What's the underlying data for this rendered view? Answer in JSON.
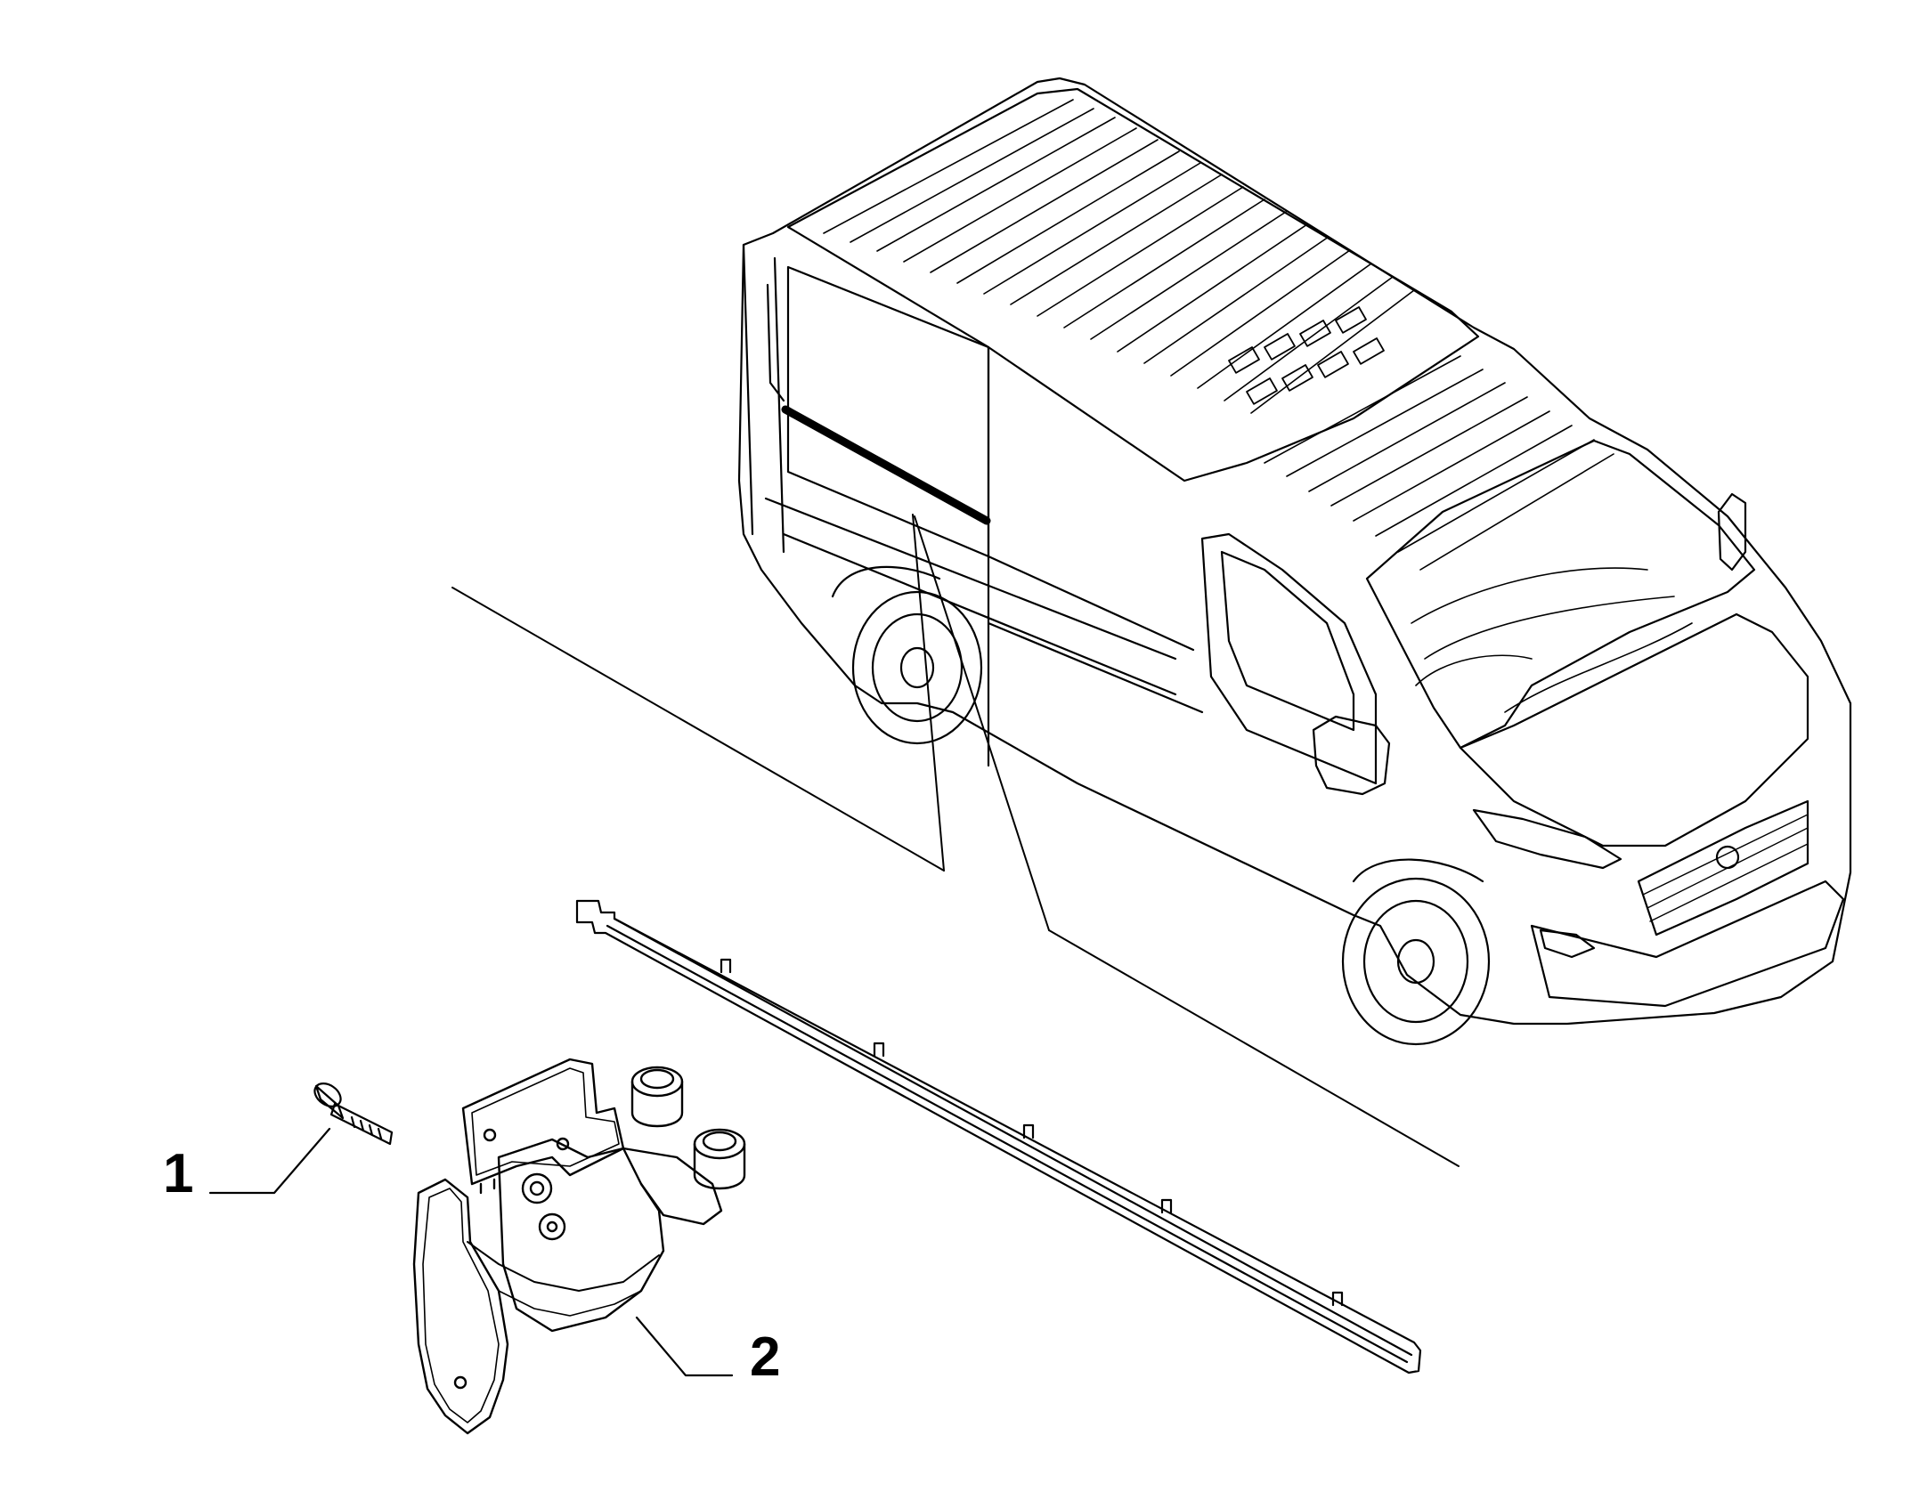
{
  "diagram": {
    "callouts": [
      {
        "id": "1",
        "label": "1",
        "part": "screw-icon"
      },
      {
        "id": "2",
        "label": "2",
        "part": "roller-hinge-icon"
      }
    ],
    "colors": {
      "ink": "#000000",
      "background": "#ffffff",
      "highlight": "#000000"
    }
  }
}
